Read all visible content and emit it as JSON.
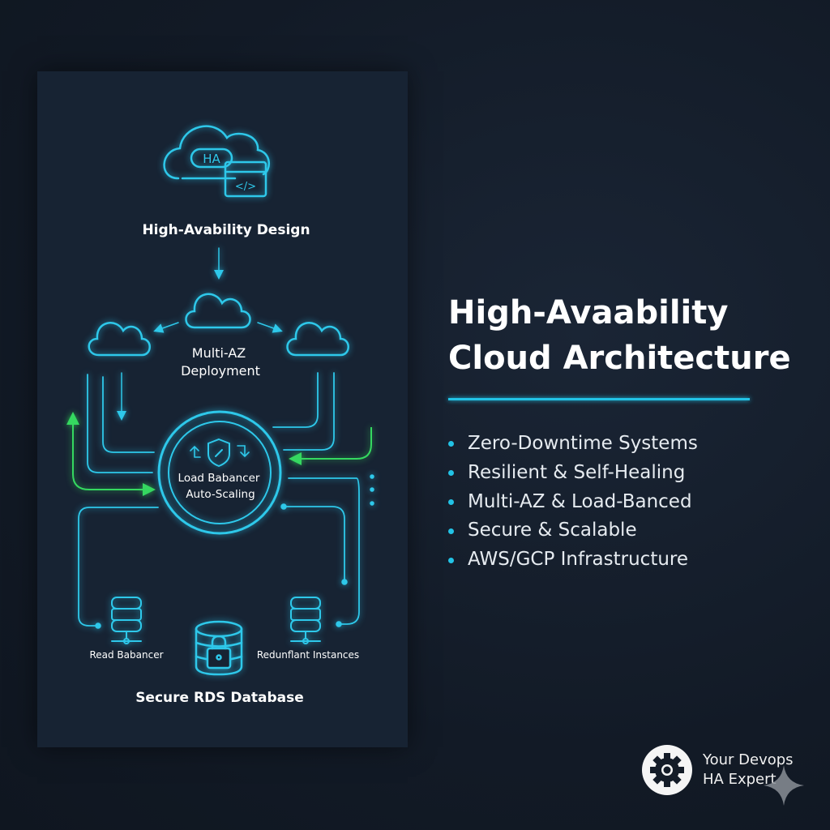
{
  "diagram": {
    "top_cloud_label": "HA",
    "code_icon_label": "</>",
    "design_label": "High-Avability Design",
    "multi_az_line1": "Multi-AZ",
    "multi_az_line2": "Deployment",
    "lb_line1": "Load Babancer",
    "lb_line2": "Auto-Scaling",
    "left_db_label": "Read Babancer",
    "right_db_label": "Redunflant Instances",
    "rds_label": "Secure RDS Database"
  },
  "headline": {
    "line1": "High-Avaability",
    "line2": "Cloud Architecture"
  },
  "features": [
    "Zero-Downtime Systems",
    "Resilient & Self-Healing",
    "Multi-AZ & Load-Banced",
    "Secure & Scalable",
    "AWS/GCP Infrastructure"
  ],
  "branding": {
    "line1": "Your Devops",
    "line2": "HA Expert"
  },
  "colors": {
    "accent": "#22c3e6",
    "green": "#2fd35a",
    "background": "#121a26",
    "panel": "#172333"
  }
}
